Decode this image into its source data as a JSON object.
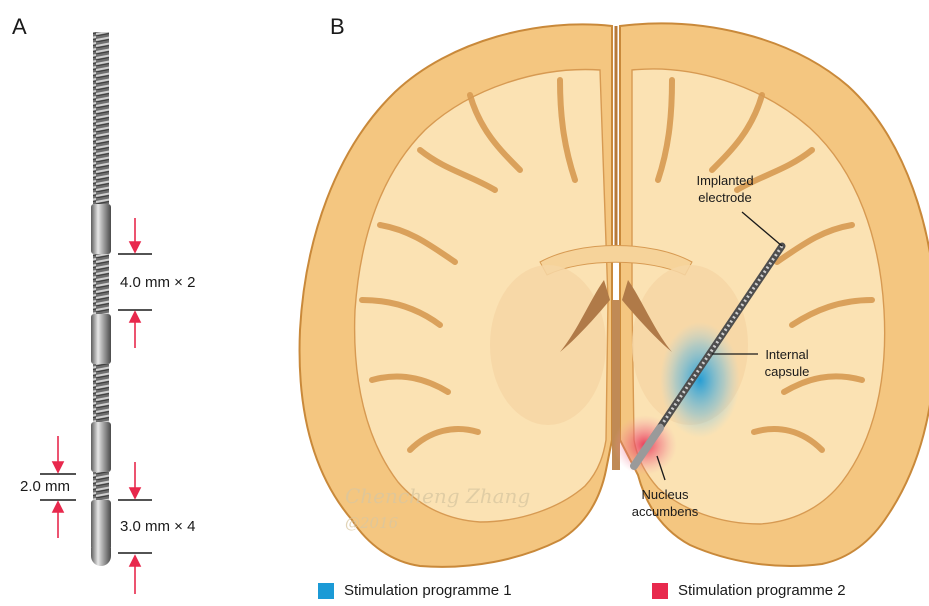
{
  "panels": {
    "a_label": "A",
    "b_label": "B"
  },
  "electrode": {
    "spacing_large": "4.0 mm × 2",
    "gap": "2.0 mm",
    "spacing_small": "3.0 mm × 4"
  },
  "annotations": {
    "implanted_electrode": [
      "Implanted",
      "electrode"
    ],
    "internal_capsule": [
      "Internal",
      "capsule"
    ],
    "nucleus_accumbens": [
      "Nucleus",
      "accumbens"
    ]
  },
  "watermark": {
    "name": "Chencheng Zhang",
    "year": "@2016"
  },
  "legend": [
    {
      "label": "Stimulation programme 1",
      "color": "#1b9ad6"
    },
    {
      "label": "Stimulation programme 2",
      "color": "#e8294d"
    }
  ],
  "colors": {
    "cortex": "#f4c680",
    "cortex_outline": "#c9893a",
    "white_matter": "#fbe2b3",
    "ventricle": "#b07a48",
    "arrow": "#e8294d"
  }
}
